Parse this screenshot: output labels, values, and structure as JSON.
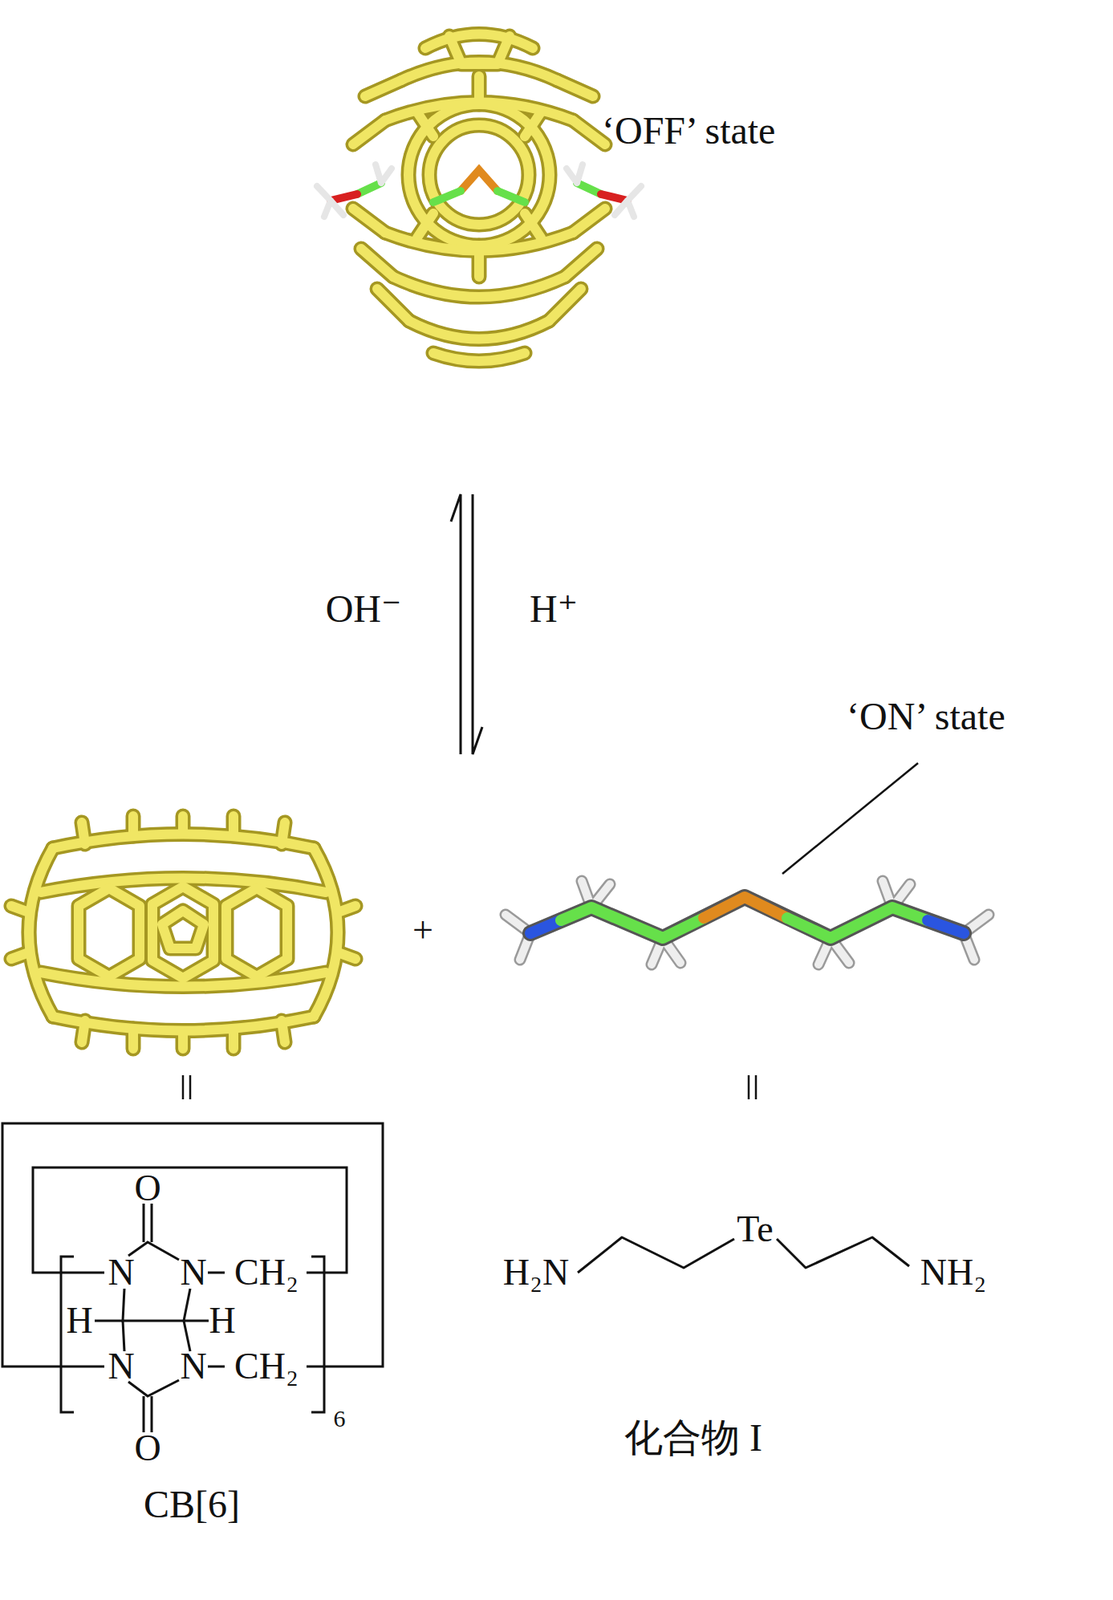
{
  "diagram": {
    "labels": [
      "‘OFF’ state",
      "OH⁻",
      "H⁺",
      "‘ON’ state",
      "+",
      "O",
      "N",
      "N",
      "CH₂",
      "H",
      "H",
      "N",
      "N",
      "CH₂",
      "O",
      "6",
      "CB[6]",
      "H₂N",
      "Te",
      "NH₂",
      "化合物 I"
    ]
  }
}
